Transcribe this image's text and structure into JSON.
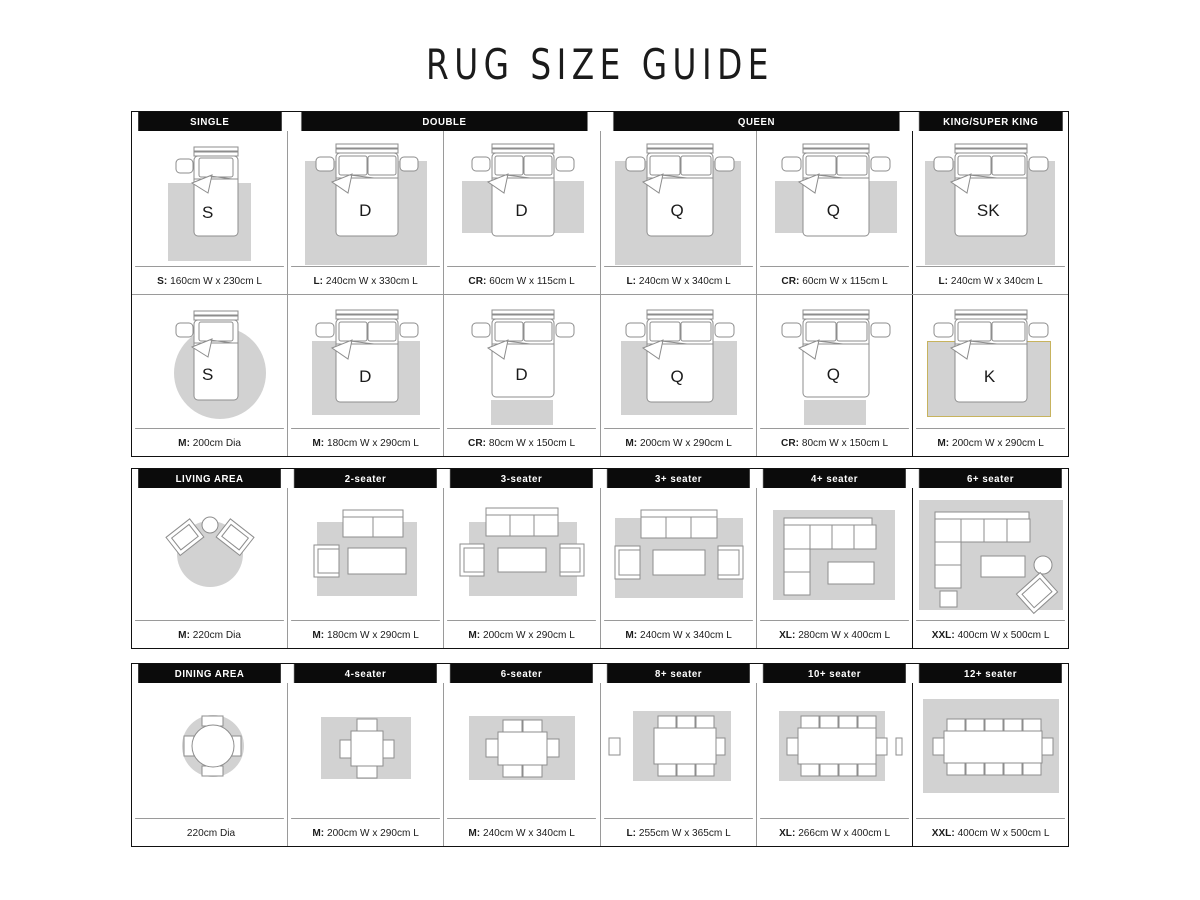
{
  "title": "RUG SIZE GUIDE",
  "sections": [
    {
      "id": "bedroom",
      "headers": [
        {
          "label": "SINGLE",
          "span": 1
        },
        {
          "label": "DOUBLE",
          "span": 2
        },
        {
          "label": "QUEEN",
          "span": 2
        },
        {
          "label": "KING/SUPER KING",
          "span": 1
        }
      ],
      "rows": [
        {
          "cells": [
            {
              "bed": "single",
              "tag": "S",
              "rug": "rect-under-lower",
              "prefix": "S:",
              "size": "160cm W x 230cm L"
            },
            {
              "bed": "double",
              "tag": "D",
              "rug": "rect-large",
              "prefix": "L:",
              "size": "240cm W x 330cm L"
            },
            {
              "bed": "double",
              "tag": "D",
              "rug": "side-runners",
              "prefix": "CR:",
              "size": "60cm W x 115cm L"
            },
            {
              "bed": "queen",
              "tag": "Q",
              "rug": "rect-large",
              "prefix": "L:",
              "size": "240cm W x 340cm L"
            },
            {
              "bed": "queen",
              "tag": "Q",
              "rug": "side-runners",
              "prefix": "CR:",
              "size": "60cm W x 115cm L"
            },
            {
              "bed": "king",
              "tag": "SK",
              "rug": "rect-large",
              "prefix": "L:",
              "size": "240cm W x 340cm L"
            }
          ]
        },
        {
          "cells": [
            {
              "bed": "single",
              "tag": "S",
              "rug": "circle",
              "prefix": "M:",
              "size": "200cm Dia"
            },
            {
              "bed": "double",
              "tag": "D",
              "rug": "rect-mid",
              "prefix": "M:",
              "size": "180cm W x 290cm L"
            },
            {
              "bed": "double",
              "tag": "D",
              "rug": "foot-runner",
              "prefix": "CR:",
              "size": "80cm W x 150cm L"
            },
            {
              "bed": "queen",
              "tag": "Q",
              "rug": "rect-mid",
              "prefix": "M:",
              "size": "200cm W x 290cm L"
            },
            {
              "bed": "queen",
              "tag": "Q",
              "rug": "foot-runner",
              "prefix": "CR:",
              "size": "80cm W x 150cm L"
            },
            {
              "bed": "king",
              "tag": "K",
              "rug": "rect-mid-gold",
              "prefix": "M:",
              "size": "200cm W x 290cm L"
            }
          ]
        }
      ]
    },
    {
      "id": "living",
      "headers": [
        {
          "label": "LIVING AREA",
          "span": 1
        },
        {
          "label": "2-seater",
          "span": 1
        },
        {
          "label": "3-seater",
          "span": 1
        },
        {
          "label": "3+ seater",
          "span": 1
        },
        {
          "label": "4+ seater",
          "span": 1
        },
        {
          "label": "6+ seater",
          "span": 1
        }
      ],
      "rows": [
        {
          "cells": [
            {
              "art": "chairs-circle",
              "prefix": "M:",
              "size": "220cm Dia"
            },
            {
              "art": "sofa2",
              "prefix": "M:",
              "size": "180cm W x 290cm L"
            },
            {
              "art": "sofa3",
              "prefix": "M:",
              "size": "200cm W x 290cm L"
            },
            {
              "art": "sofa3plus",
              "prefix": "M:",
              "size": "240cm W x 340cm L"
            },
            {
              "art": "sectional-l",
              "prefix": "XL:",
              "size": "280cm W x 400cm L"
            },
            {
              "art": "sectional-xl",
              "prefix": "XXL:",
              "size": "400cm W x 500cm L"
            }
          ]
        }
      ]
    },
    {
      "id": "dining",
      "headers": [
        {
          "label": "DINING AREA",
          "span": 1
        },
        {
          "label": "4-seater",
          "span": 1
        },
        {
          "label": "6-seater",
          "span": 1
        },
        {
          "label": "8+ seater",
          "span": 1
        },
        {
          "label": "10+ seater",
          "span": 1
        },
        {
          "label": "12+ seater",
          "span": 1
        }
      ],
      "rows": [
        {
          "cells": [
            {
              "art": "round-table",
              "prefix": "",
              "size": "220cm Dia"
            },
            {
              "art": "table4",
              "prefix": "M:",
              "size": "200cm W x 290cm L"
            },
            {
              "art": "table6",
              "prefix": "M:",
              "size": "240cm W x 340cm L"
            },
            {
              "art": "table8",
              "prefix": "L:",
              "size": "255cm W x 365cm L"
            },
            {
              "art": "table10",
              "prefix": "XL:",
              "size": "266cm W x 400cm L"
            },
            {
              "art": "table12",
              "prefix": "XXL:",
              "size": "400cm W x 500cm L"
            }
          ]
        }
      ]
    }
  ],
  "colors": {
    "rug": "#d2d2d2",
    "gold_highlight": "#c7b35e",
    "header_bar": "#0b0b0b",
    "outline": "#8d8d8d",
    "background": "#ffffff"
  }
}
